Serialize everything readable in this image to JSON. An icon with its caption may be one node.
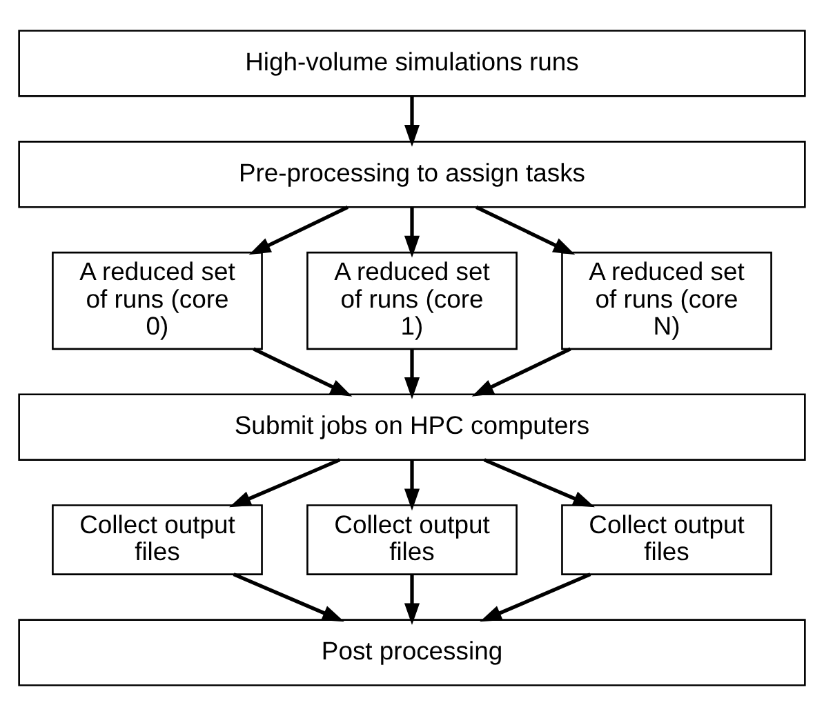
{
  "diagram": {
    "nodes": [
      {
        "text": [
          "High-volume simulations runs"
        ]
      },
      {
        "text": [
          "Pre-processing to assign tasks"
        ]
      },
      {
        "text": [
          "A reduced set of runs (core 0)"
        ]
      },
      {
        "text": [
          "A reduced set of runs (core 1)"
        ]
      },
      {
        "text": [
          "A reduced set of runs (core N)"
        ]
      },
      {
        "text": [
          "Submit jobs on HPC computers"
        ]
      },
      {
        "text": [
          "Collect output files"
        ]
      },
      {
        "text": [
          "Collect output files"
        ]
      },
      {
        "text": [
          "Collect output files"
        ]
      },
      {
        "text": [
          "Post processing"
        ]
      }
    ],
    "edges": [
      {
        "from": 0,
        "to": 1,
        "arrow": "to"
      },
      {
        "from": 1,
        "to": 2,
        "arrow": "to"
      },
      {
        "from": 1,
        "to": 3,
        "arrow": "to"
      },
      {
        "from": 1,
        "to": 4,
        "arrow": "to"
      },
      {
        "from": 2,
        "to": 5,
        "arrow": "to"
      },
      {
        "from": 3,
        "to": 5,
        "arrow": "to"
      },
      {
        "from": 4,
        "to": 5,
        "arrow": "to"
      },
      {
        "from": 5,
        "to": 6,
        "arrow": "to"
      },
      {
        "from": 5,
        "to": 7,
        "arrow": "to"
      },
      {
        "from": 5,
        "to": 8,
        "arrow": "to"
      },
      {
        "from": 6,
        "to": 9,
        "arrow": "to"
      },
      {
        "from": 7,
        "to": 9,
        "arrow": "to"
      },
      {
        "from": 8,
        "to": 9,
        "arrow": "to"
      }
    ]
  }
}
